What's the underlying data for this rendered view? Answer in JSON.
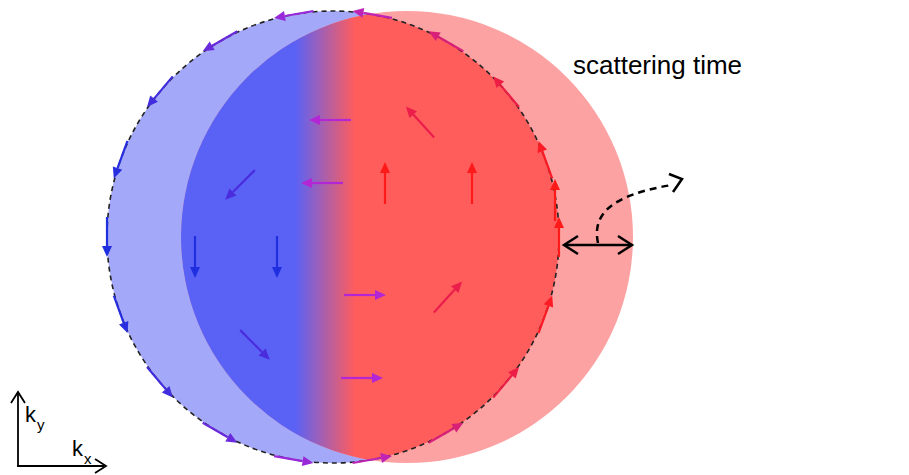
{
  "diagram": {
    "labels": [
      "scattering time",
      "k",
      "y",
      "k",
      "x"
    ]
  }
}
